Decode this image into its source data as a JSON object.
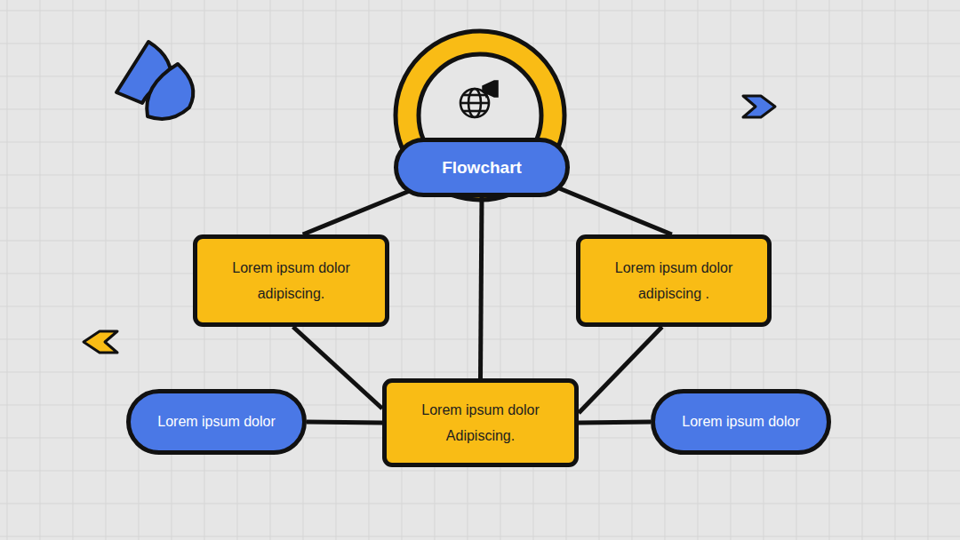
{
  "diagram": {
    "nodes": [
      {
        "text": [
          "Flowchart"
        ]
      },
      {
        "text": [
          "Lorem ipsum dolor adipiscing."
        ]
      },
      {
        "text": [
          "Lorem ipsum dolor adipiscing ."
        ]
      },
      {
        "text": [
          "Lorem ipsum dolor"
        ]
      },
      {
        "text": [
          "Lorem ipsum dolor Adipiscing."
        ]
      },
      {
        "text": [
          "Lorem ipsum dolor"
        ]
      }
    ],
    "edges": [
      {
        "from": 0,
        "to": 1,
        "arrow": "none"
      },
      {
        "from": 0,
        "to": 4,
        "arrow": "none"
      },
      {
        "from": 0,
        "to": 2,
        "arrow": "none"
      },
      {
        "from": 1,
        "to": 4,
        "arrow": "none"
      },
      {
        "from": 2,
        "to": 4,
        "arrow": "none"
      },
      {
        "from": 3,
        "to": 4,
        "arrow": "none"
      },
      {
        "from": 4,
        "to": 5,
        "arrow": "none"
      }
    ]
  }
}
